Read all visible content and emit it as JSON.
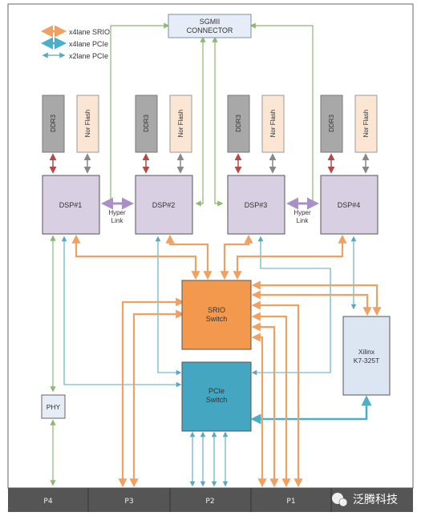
{
  "legend": {
    "srio": "x4lane SRIO",
    "pcie4": "x4lane PCIe",
    "pcie2": "x2lane PCIe"
  },
  "sgmii": {
    "line1": "SGMII",
    "line2": "CONNECTOR"
  },
  "memory": {
    "ddr": "DDR3",
    "flash": "Nor Flash"
  },
  "dsps": [
    "DSP#1",
    "DSP#2",
    "DSP#3",
    "DSP#4"
  ],
  "hyperlink": {
    "line1": "Hyper",
    "line2": "Link"
  },
  "srio_switch": {
    "line1": "SRIO",
    "line2": "Switch"
  },
  "pcie_switch": {
    "line1": "PCIe",
    "line2": "Switch"
  },
  "fpga": {
    "line1": "Xilinx",
    "line2": "K7-325T"
  },
  "phy": "PHY",
  "ports": [
    "P4",
    "P3",
    "P2",
    "P1"
  ],
  "watermark": "泛腾科技",
  "colors": {
    "srio": "#F0A060",
    "pcie4": "#4AAFC8",
    "pcie2": "#58A8C4",
    "sgmii_line": "#8CB870",
    "ddr_arrow": "#B84848",
    "flash_arrow": "#888888",
    "hyperlink_arrow": "#A890C8",
    "dsp_fill": "#D8CFE2",
    "ddr_fill": "#A8A8A8",
    "flash_fill": "#FBE6D4",
    "srio_fill": "#F3994D",
    "pcie_fill": "#44A6C0",
    "fpga_fill": "#DCE5F2",
    "port_bar": "#555555"
  }
}
